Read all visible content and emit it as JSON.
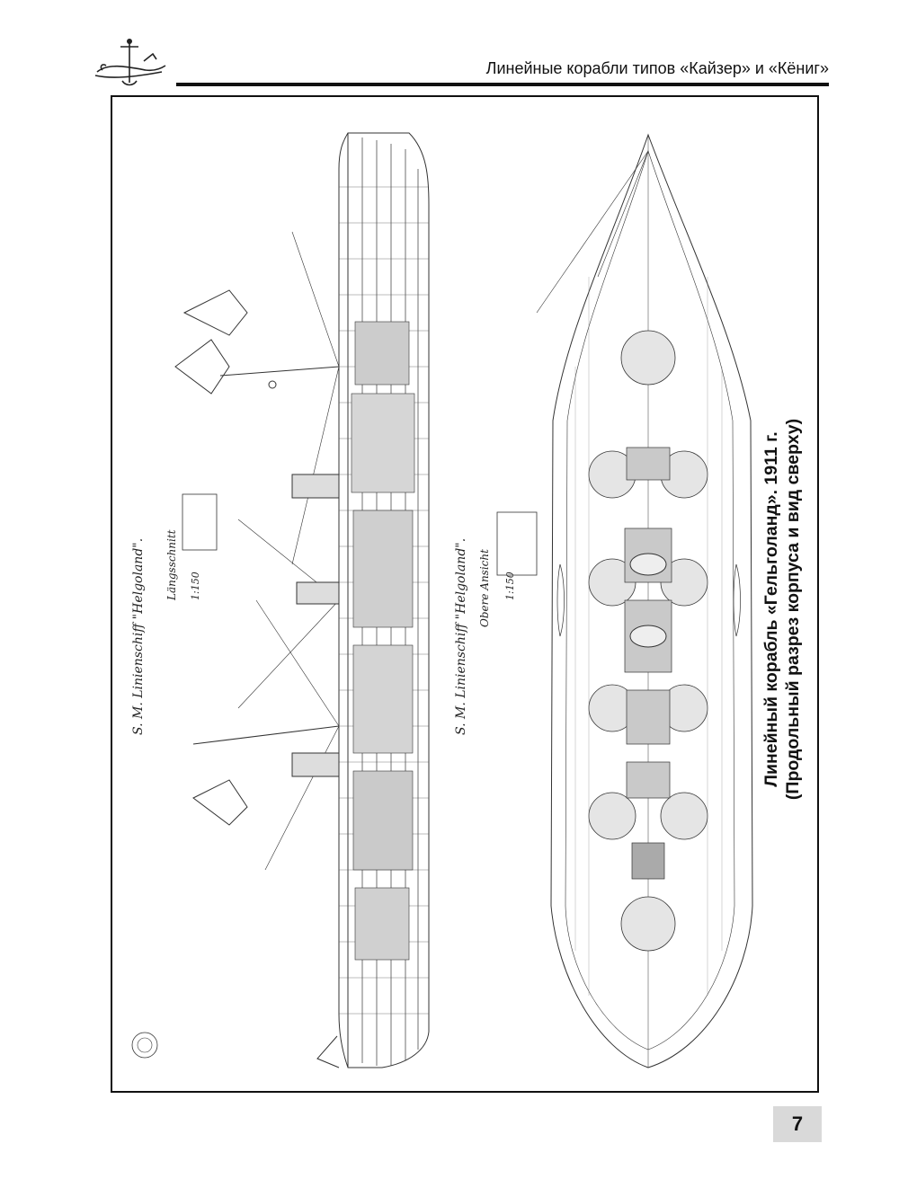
{
  "header": {
    "title": "Линейные корабли типов «Кайзер» и «Кёниг»",
    "logo_icon": "anchor-ship-emblem-icon"
  },
  "figure": {
    "caption_line1": "Линейный корабль «Гельголанд». 1911 г.",
    "caption_line2": "(Продольный разрез корпуса и вид сверху)",
    "drawing_title_left": "S. M. Linienschiff \"Helgoland\".",
    "drawing_subtitle_left": "Längsschnitt",
    "drawing_scale_left": "1:150",
    "drawing_title_right": "S. M. Linienschiff \"Helgoland\".",
    "drawing_subtitle_right": "Obere Ansicht",
    "drawing_scale_right": "1:150"
  },
  "footer": {
    "page_number": "7"
  }
}
